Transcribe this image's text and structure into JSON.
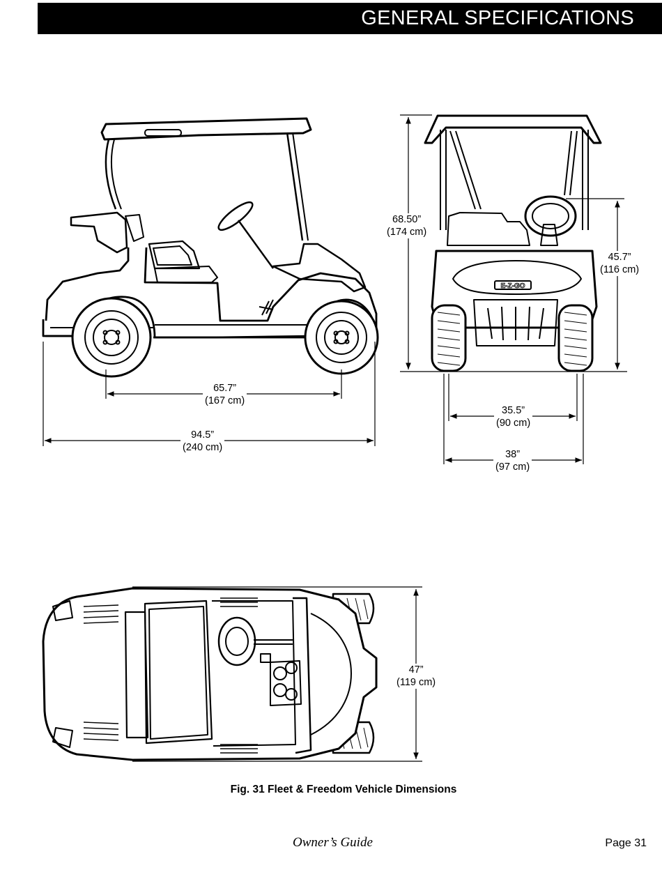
{
  "header": {
    "title": "GENERAL SPECIFICATIONS"
  },
  "dimensions": {
    "overall_height": {
      "in": "68.50”",
      "cm": "(174 cm)"
    },
    "seat_height": {
      "in": "45.7”",
      "cm": "(116 cm)"
    },
    "wheelbase": {
      "in": "65.7”",
      "cm": "(167 cm)"
    },
    "overall_length": {
      "in": "94.5”",
      "cm": "(240 cm)"
    },
    "front_track": {
      "in": "35.5”",
      "cm": "(90 cm)"
    },
    "overall_width": {
      "in": "38”",
      "cm": "(97 cm)"
    },
    "top_width": {
      "in": "47”",
      "cm": "(119 cm)"
    }
  },
  "brand_badge": "E-Z-GO",
  "caption": "Fig. 31  Fleet & Freedom Vehicle Dimensions",
  "footer": {
    "guide": "Owner’s Guide",
    "page": "Page 31"
  }
}
